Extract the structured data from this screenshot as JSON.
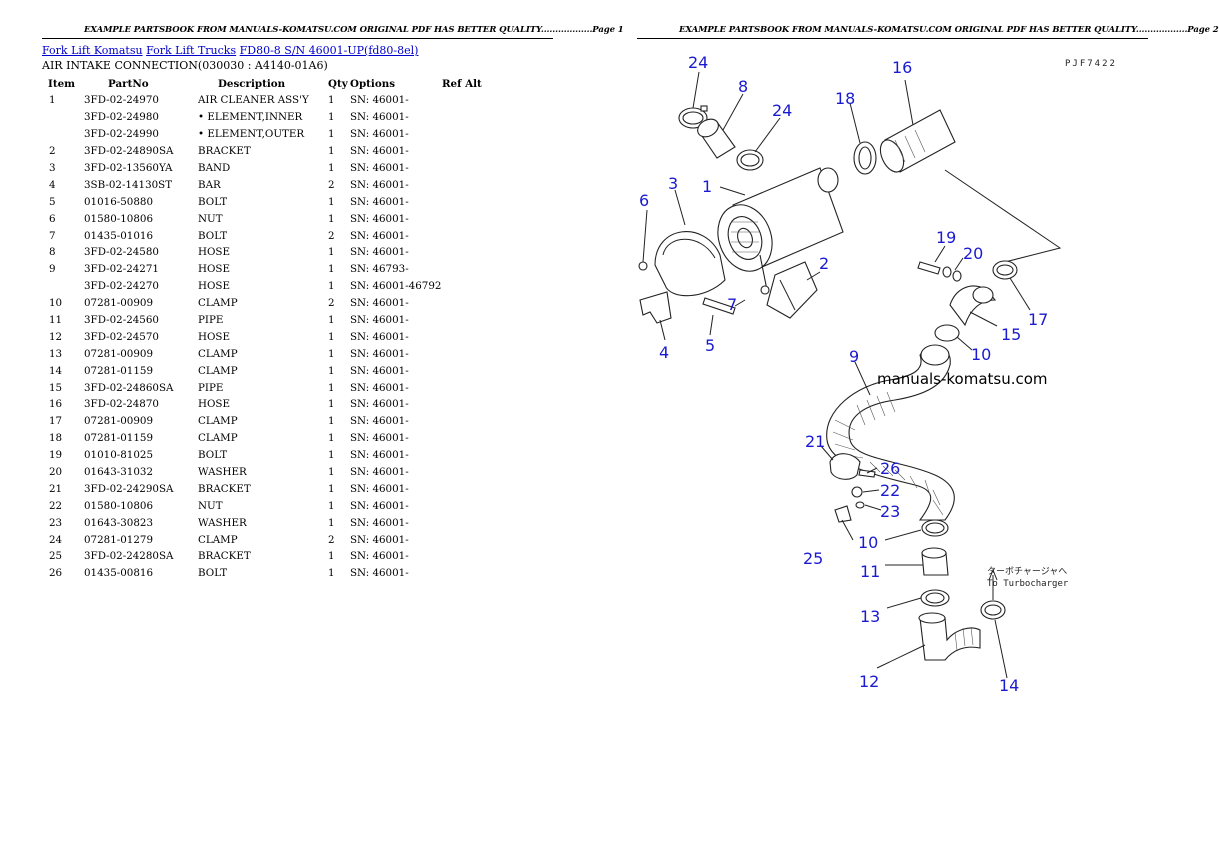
{
  "header": {
    "page1_text": "EXAMPLE PARTSBOOK FROM MANUALS-KOMATSU.COM ORIGINAL PDF HAS BETTER QUALITY..................Page 1",
    "page2_text": "EXAMPLE PARTSBOOK FROM MANUALS-KOMATSU.COM ORIGINAL PDF HAS BETTER QUALITY..................Page 2"
  },
  "breadcrumb": {
    "link1": "Fork Lift Komatsu",
    "link2": "Fork Lift Trucks",
    "link3": "FD80-8 S/N 46001-UP(fd80-8el)"
  },
  "section_title": "AIR INTAKE CONNECTION(030030 : A4140-01A6)",
  "table": {
    "columns": [
      "Item",
      "PartNo",
      "Description",
      "Qty",
      "Options",
      "Ref Alt"
    ],
    "rows": [
      [
        "1",
        "3FD-02-24970",
        "AIR CLEANER ASS'Y",
        "1",
        "SN: 46001-",
        ""
      ],
      [
        "",
        "3FD-02-24980",
        "• ELEMENT,INNER",
        "1",
        "SN: 46001-",
        ""
      ],
      [
        "",
        "3FD-02-24990",
        "• ELEMENT,OUTER",
        "1",
        "SN: 46001-",
        ""
      ],
      [
        "2",
        "3FD-02-24890SA",
        "BRACKET",
        "1",
        "SN: 46001-",
        ""
      ],
      [
        "3",
        "3FD-02-13560YA",
        "BAND",
        "1",
        "SN: 46001-",
        ""
      ],
      [
        "4",
        "3SB-02-14130ST",
        "BAR",
        "2",
        "SN: 46001-",
        ""
      ],
      [
        "5",
        "01016-50880",
        "BOLT",
        "1",
        "SN: 46001-",
        ""
      ],
      [
        "6",
        "01580-10806",
        "NUT",
        "1",
        "SN: 46001-",
        ""
      ],
      [
        "7",
        "01435-01016",
        "BOLT",
        "2",
        "SN: 46001-",
        ""
      ],
      [
        "8",
        "3FD-02-24580",
        "HOSE",
        "1",
        "SN: 46001-",
        ""
      ],
      [
        "9",
        "3FD-02-24271",
        "HOSE",
        "1",
        "SN: 46793-",
        ""
      ],
      [
        "",
        "3FD-02-24270",
        "HOSE",
        "1",
        "SN: 46001-46792",
        ""
      ],
      [
        "10",
        "07281-00909",
        "CLAMP",
        "2",
        "SN: 46001-",
        ""
      ],
      [
        "11",
        "3FD-02-24560",
        "PIPE",
        "1",
        "SN: 46001-",
        ""
      ],
      [
        "12",
        "3FD-02-24570",
        "HOSE",
        "1",
        "SN: 46001-",
        ""
      ],
      [
        "13",
        "07281-00909",
        "CLAMP",
        "1",
        "SN: 46001-",
        ""
      ],
      [
        "14",
        "07281-01159",
        "CLAMP",
        "1",
        "SN: 46001-",
        ""
      ],
      [
        "15",
        "3FD-02-24860SA",
        "PIPE",
        "1",
        "SN: 46001-",
        ""
      ],
      [
        "16",
        "3FD-02-24870",
        "HOSE",
        "1",
        "SN: 46001-",
        ""
      ],
      [
        "17",
        "07281-00909",
        "CLAMP",
        "1",
        "SN: 46001-",
        ""
      ],
      [
        "18",
        "07281-01159",
        "CLAMP",
        "1",
        "SN: 46001-",
        ""
      ],
      [
        "19",
        "01010-81025",
        "BOLT",
        "1",
        "SN: 46001-",
        ""
      ],
      [
        "20",
        "01643-31032",
        "WASHER",
        "1",
        "SN: 46001-",
        ""
      ],
      [
        "21",
        "3FD-02-24290SA",
        "BRACKET",
        "1",
        "SN: 46001-",
        ""
      ],
      [
        "22",
        "01580-10806",
        "NUT",
        "1",
        "SN: 46001-",
        ""
      ],
      [
        "23",
        "01643-30823",
        "WASHER",
        "1",
        "SN: 46001-",
        ""
      ],
      [
        "24",
        "07281-01279",
        "CLAMP",
        "2",
        "SN: 46001-",
        ""
      ],
      [
        "25",
        "3FD-02-24280SA",
        "BRACKET",
        "1",
        "SN: 46001-",
        ""
      ],
      [
        "26",
        "01435-00816",
        "BOLT",
        "1",
        "SN: 46001-",
        ""
      ]
    ]
  },
  "diagram": {
    "code": "PJF7422",
    "watermark": "manuals-komatsu.com",
    "note_jp": "ターボチャージャへ",
    "note_en": "To Turbocharger",
    "callouts": [
      "24",
      "8",
      "24",
      "16",
      "18",
      "1",
      "3",
      "6",
      "2",
      "19",
      "20",
      "17",
      "7",
      "15",
      "4",
      "5",
      "10",
      "9",
      "21",
      "26",
      "22",
      "23",
      "10",
      "25",
      "11",
      "13",
      "12",
      "14"
    ]
  },
  "colors": {
    "link": "#0000cc",
    "callout": "#1a1ad0"
  }
}
